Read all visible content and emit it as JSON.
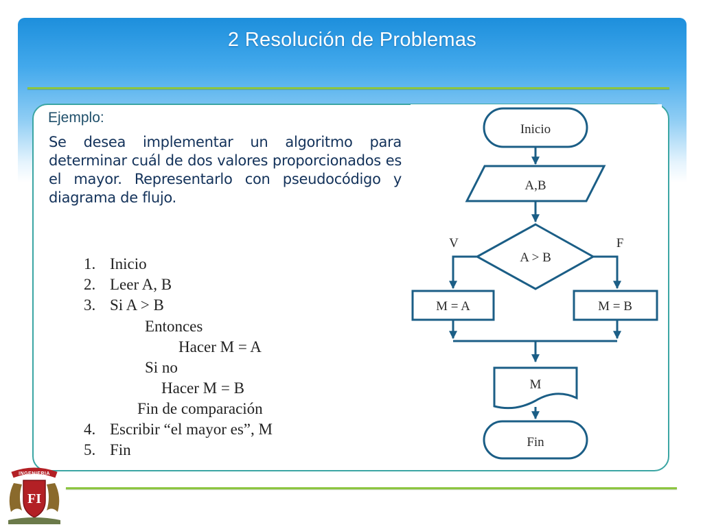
{
  "slide": {
    "title": "2 Resolución de Problemas",
    "example_label": "Ejemplo:",
    "problem_text": "Se desea implementar un algoritmo para determinar cuál de dos valores proporcionados es el mayor. Representarlo con pseudocódigo y diagrama de flujo."
  },
  "pseudocode": {
    "lines": [
      {
        "num": "1.",
        "text": "Inicio"
      },
      {
        "num": "2.",
        "text": "Leer A, B"
      },
      {
        "num": "3.",
        "text": "Si A > B"
      },
      {
        "num": "",
        "text": "Entonces"
      },
      {
        "num": "",
        "text": "Hacer M = A"
      },
      {
        "num": "",
        "text": "Si no"
      },
      {
        "num": "",
        "text": "Hacer M = B"
      },
      {
        "num": "",
        "text": "Fin de comparación"
      },
      {
        "num": "4.",
        "text": "Escribir “el mayor es”, M"
      },
      {
        "num": "5.",
        "text": "Fin"
      }
    ]
  },
  "flowchart": {
    "start": "Inicio",
    "input": "A,B",
    "decision": "A > B",
    "true_label": "V",
    "false_label": "F",
    "true_action": "M = A",
    "false_action": "M = B",
    "output": "M",
    "end": "Fin",
    "stroke_color": "#1b5e86"
  },
  "logo": {
    "label": "INGENIERIA",
    "letters": "FI"
  },
  "colors": {
    "header_blue": "#1d8fdc",
    "accent_green": "#8cc540",
    "panel_border": "#3aa5a3",
    "logo_red": "#b32025"
  }
}
